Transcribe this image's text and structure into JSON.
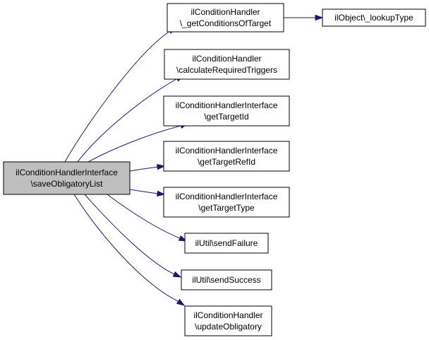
{
  "nodes": [
    {
      "id": "root",
      "lines": [
        "ilConditionHandlerInterface",
        "\\saveObligatoryList"
      ],
      "root": true
    },
    {
      "id": "getConditionsOfTarget",
      "lines": [
        "ilConditionHandler",
        "\\_getConditionsOfTarget"
      ]
    },
    {
      "id": "lookupType",
      "lines": [
        "ilObject\\_lookupType"
      ]
    },
    {
      "id": "calculateRequiredTriggers",
      "lines": [
        "ilConditionHandler",
        "\\calculateRequiredTriggers"
      ]
    },
    {
      "id": "getTargetId",
      "lines": [
        "ilConditionHandlerInterface",
        "\\getTargetId"
      ]
    },
    {
      "id": "getTargetRefId",
      "lines": [
        "ilConditionHandlerInterface",
        "\\getTargetRefId"
      ]
    },
    {
      "id": "getTargetType",
      "lines": [
        "ilConditionHandlerInterface",
        "\\getTargetType"
      ]
    },
    {
      "id": "sendFailure",
      "lines": [
        "ilUtil\\sendFailure"
      ]
    },
    {
      "id": "sendSuccess",
      "lines": [
        "ilUtil\\sendSuccess"
      ]
    },
    {
      "id": "updateObligatory",
      "lines": [
        "ilConditionHandler",
        "\\updateObligatory"
      ]
    }
  ],
  "edges": [
    {
      "from": "root",
      "to": "getConditionsOfTarget"
    },
    {
      "from": "root",
      "to": "calculateRequiredTriggers"
    },
    {
      "from": "root",
      "to": "getTargetId"
    },
    {
      "from": "root",
      "to": "getTargetRefId"
    },
    {
      "from": "root",
      "to": "getTargetType"
    },
    {
      "from": "root",
      "to": "sendFailure"
    },
    {
      "from": "root",
      "to": "sendSuccess"
    },
    {
      "from": "root",
      "to": "updateObligatory"
    },
    {
      "from": "getConditionsOfTarget",
      "to": "lookupType"
    }
  ],
  "colors": {
    "edge": "#191970",
    "root_fill": "#bfbfbf",
    "node_fill": "#ffffff",
    "border": "#000000"
  }
}
